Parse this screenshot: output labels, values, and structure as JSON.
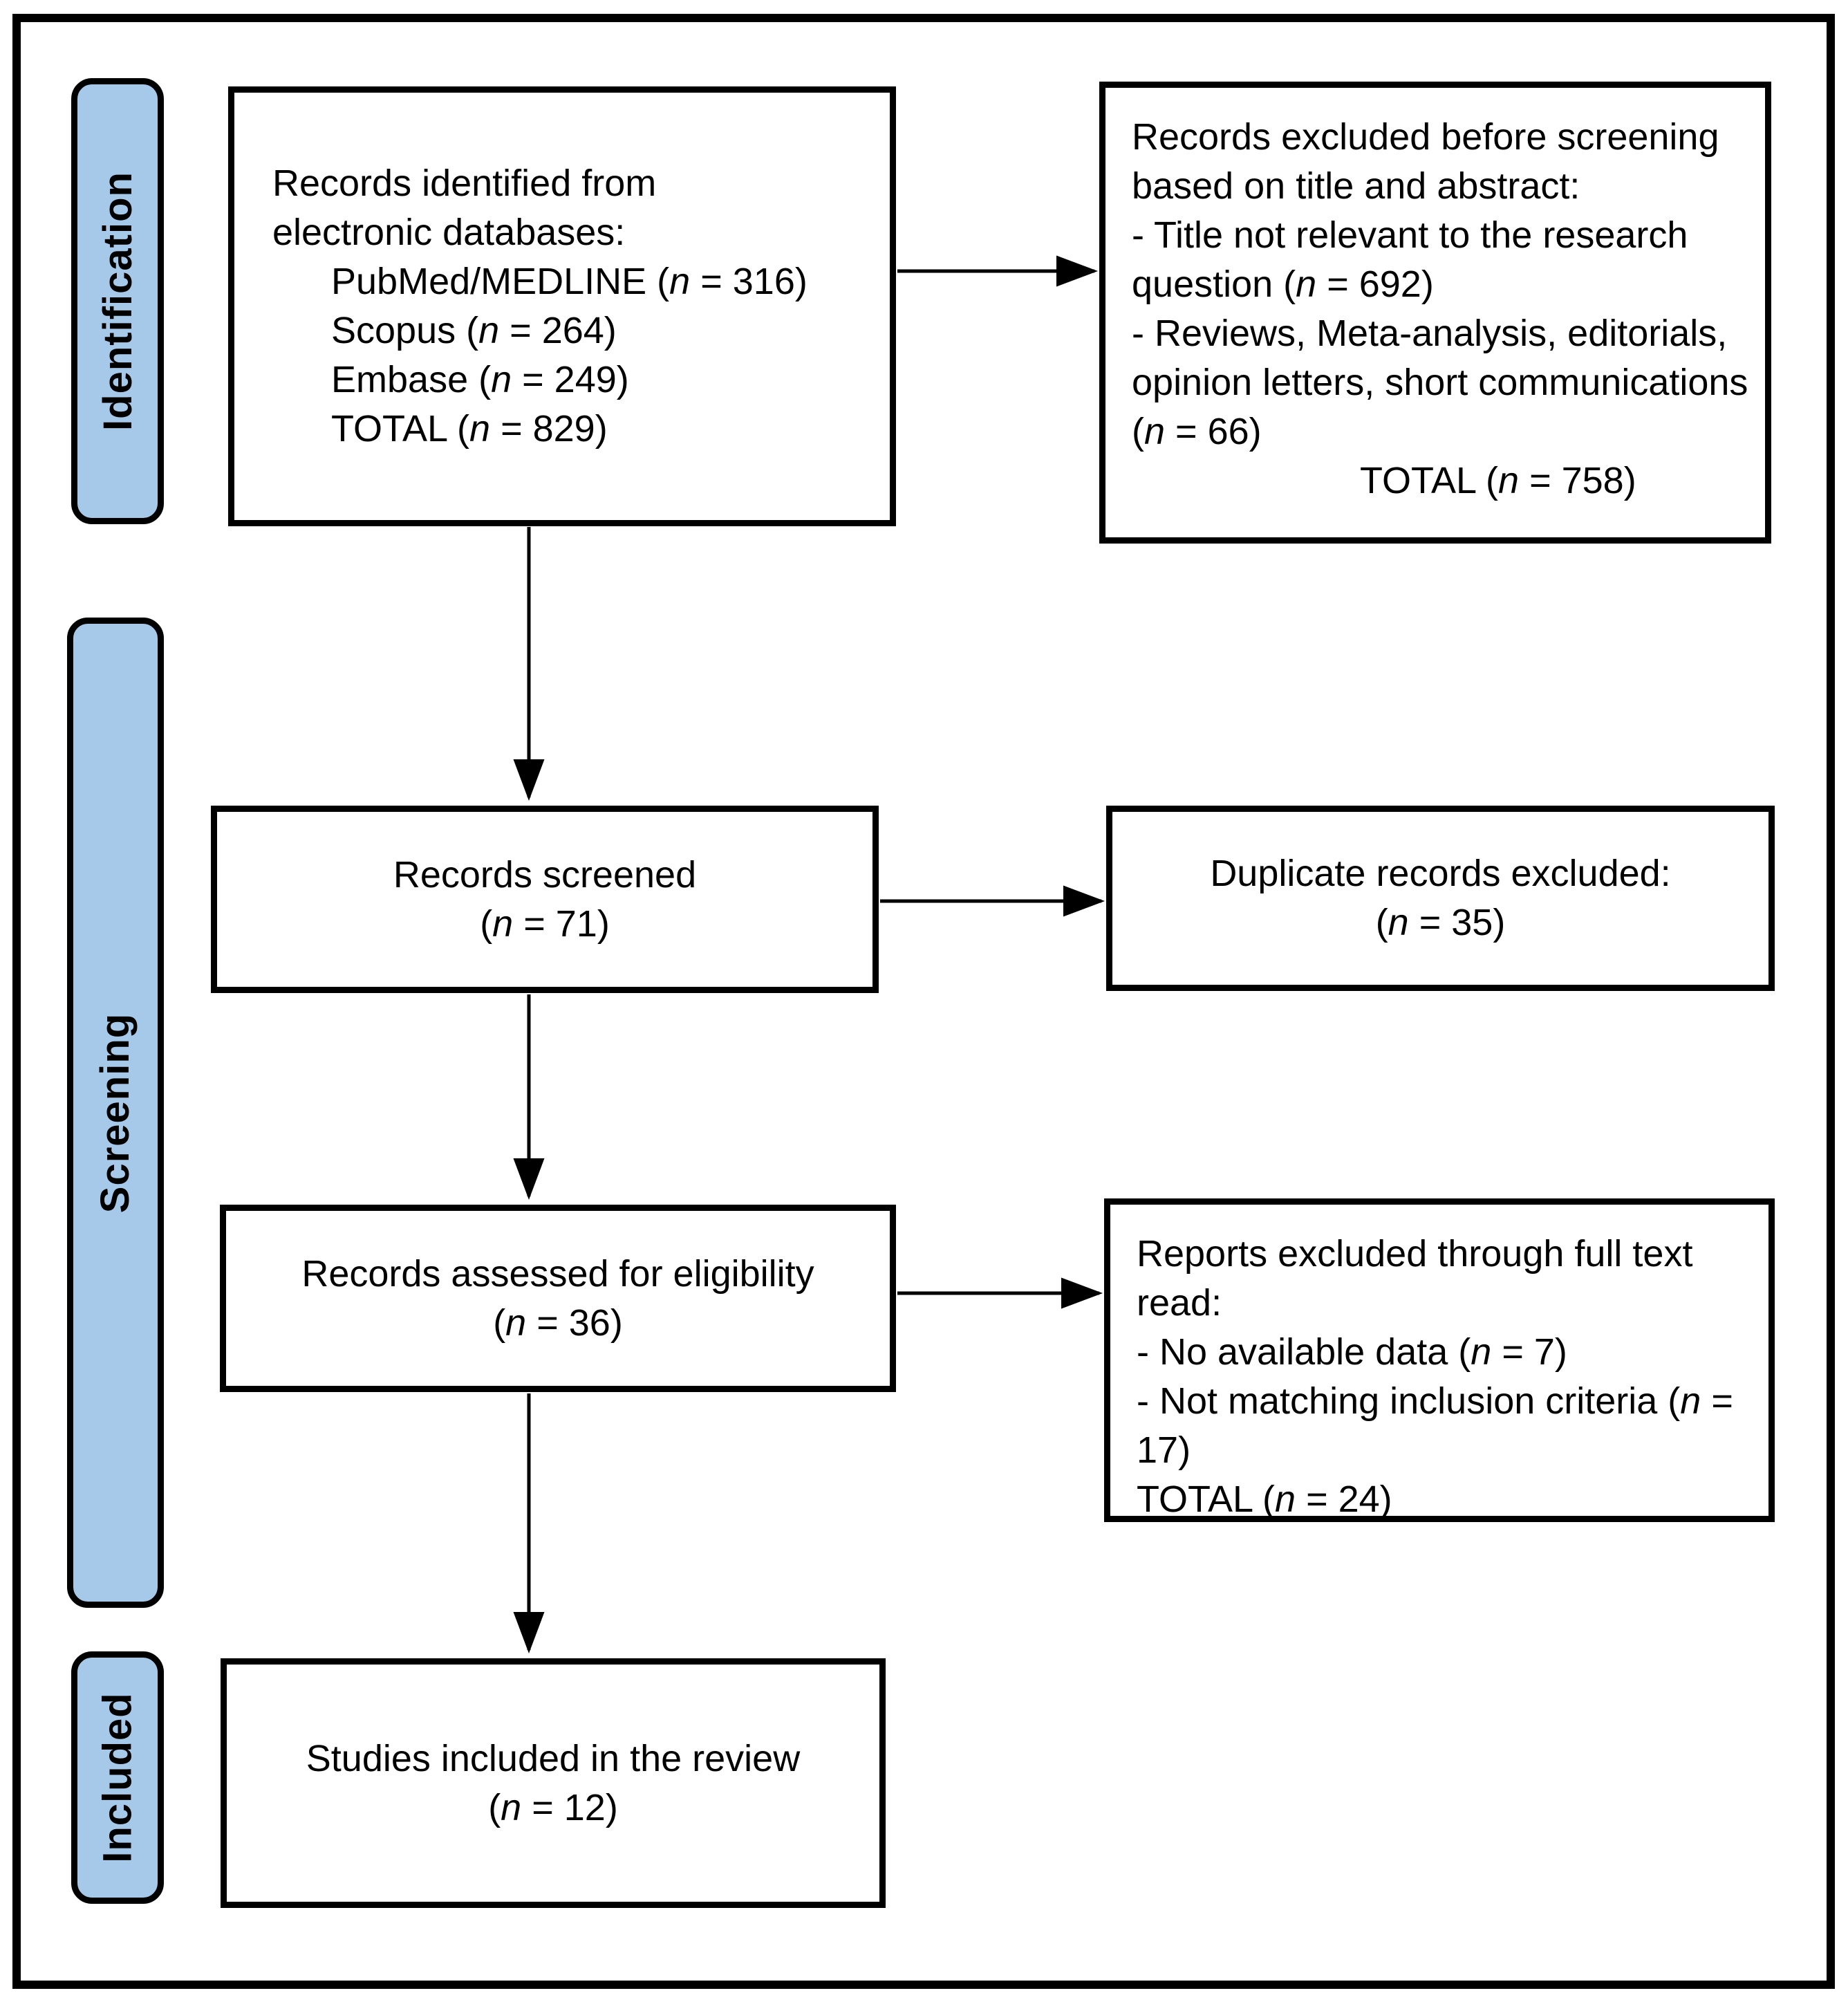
{
  "figure": {
    "title": "PRISMA flow diagram of study selection",
    "colors": {
      "stage_label_bg": "#a6c9ea",
      "border": "#000000",
      "background": "#ffffff",
      "text": "#000000"
    },
    "stages": {
      "identification": "Identification",
      "screening": "Screening",
      "included": "Included"
    },
    "boxes": {
      "identified": {
        "intro": [
          "Records identified from",
          "electronic databases:"
        ],
        "items": [
          "PubMed/MEDLINE (n = 316)",
          "Scopus (n = 264)",
          "Embase (n = 249)",
          "TOTAL (n = 829)"
        ]
      },
      "excluded_before_screening": {
        "paragraphs": [
          "Records excluded before screening based on title and abstract:",
          "- Title not relevant to the research question (n = 692)",
          "- Reviews, Meta-analysis, editorials, opinion letters, short communications (n = 66)"
        ],
        "total": "TOTAL (n = 758)"
      },
      "screened": {
        "line1": "Records screened",
        "line2": "(n = 71)"
      },
      "duplicates_excluded": {
        "line1": "Duplicate records excluded:",
        "line2": "(n = 35)"
      },
      "assessed": {
        "line1": "Records assessed for eligibility",
        "line2": "(n = 36)"
      },
      "excluded_full_text": {
        "paragraphs": [
          "Reports excluded through full text read:",
          "- No available data (n = 7)",
          "- Not matching inclusion criteria (n = 17)",
          "TOTAL (n = 24)"
        ]
      },
      "included_studies": {
        "line1": "Studies included in the review",
        "line2": "(n = 12)"
      }
    }
  }
}
